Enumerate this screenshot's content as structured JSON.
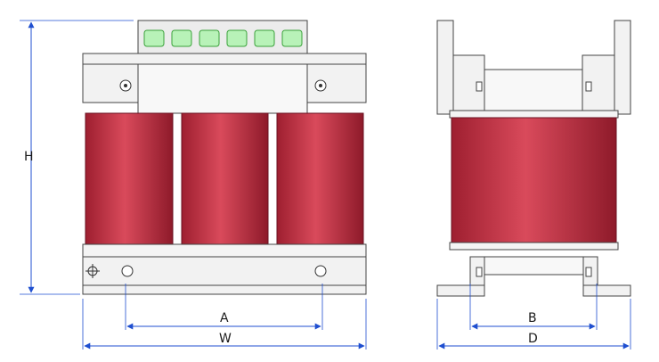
{
  "labels": {
    "height": "H",
    "width": "W",
    "mount_front": "A",
    "mount_side": "B",
    "depth": "D"
  },
  "colors": {
    "coil": "#c0303f",
    "dimension": "#1f4fd0",
    "terminal": "#8fe88f",
    "frame": "#f1f1f1",
    "outline": "#333333"
  }
}
